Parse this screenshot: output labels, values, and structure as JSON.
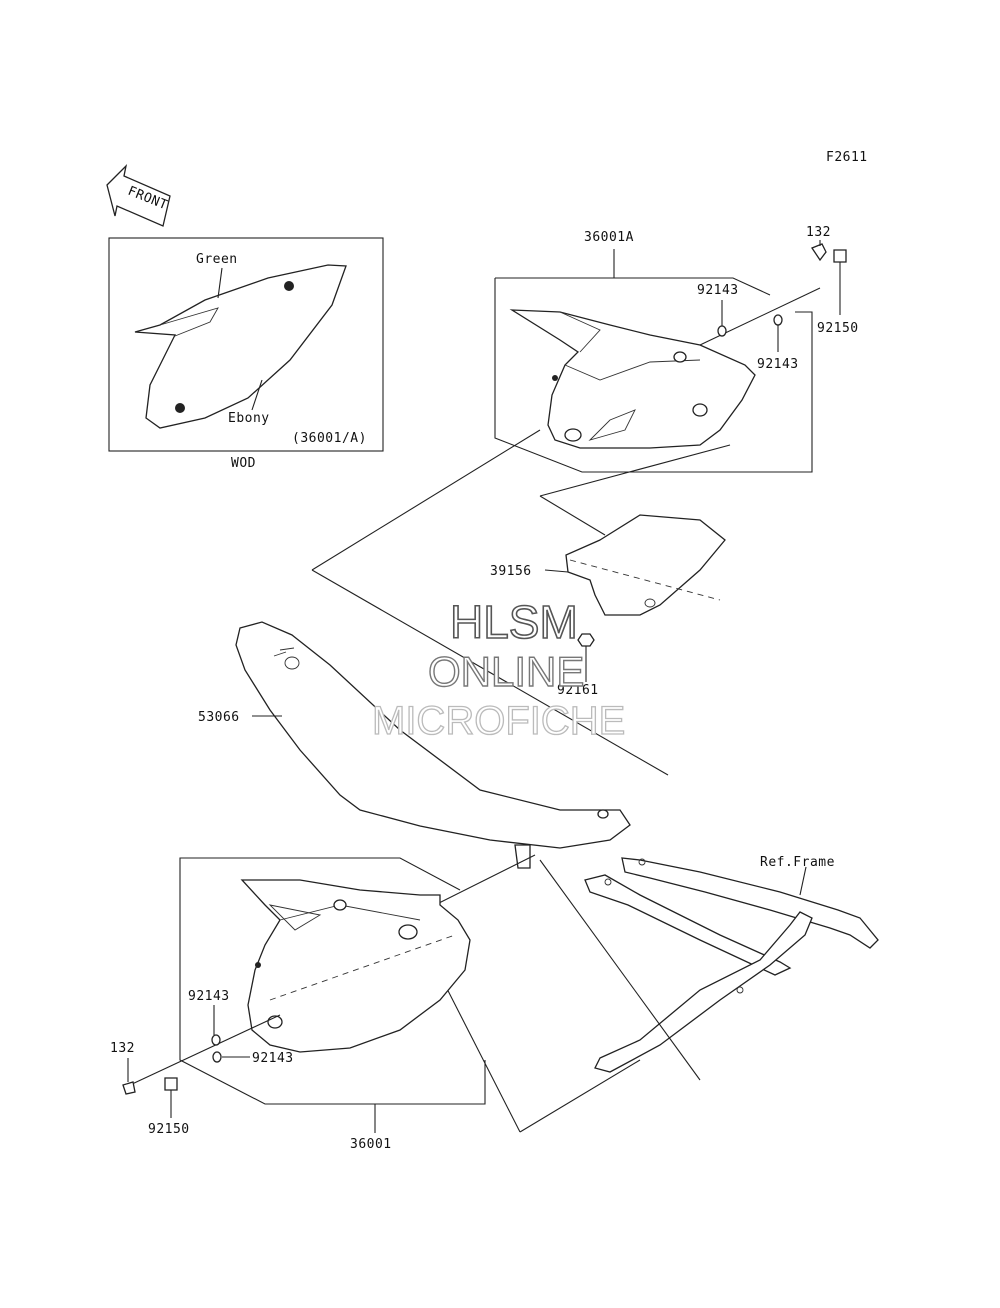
{
  "figure_code": "F2611",
  "front_arrow_label": "FRONT",
  "inset": {
    "color_top": "Green",
    "color_bottom": "Ebony",
    "part_ref": "(36001/A)",
    "caption": "WOD"
  },
  "parts": {
    "p36001A": "36001A",
    "p132_top": "132",
    "p92143_a": "92143",
    "p92150_top": "92150",
    "p92143_b": "92143",
    "p39156": "39156",
    "p92161": "92161",
    "p53066": "53066",
    "ref_frame": "Ref.Frame",
    "p92143_c": "92143",
    "p132_bottom": "132",
    "p92143_d": "92143",
    "p92150_bottom": "92150",
    "p36001": "36001"
  },
  "watermark": {
    "line1": "HLSM",
    "line2": "ONLINE",
    "line3": "MICROFICHE"
  }
}
